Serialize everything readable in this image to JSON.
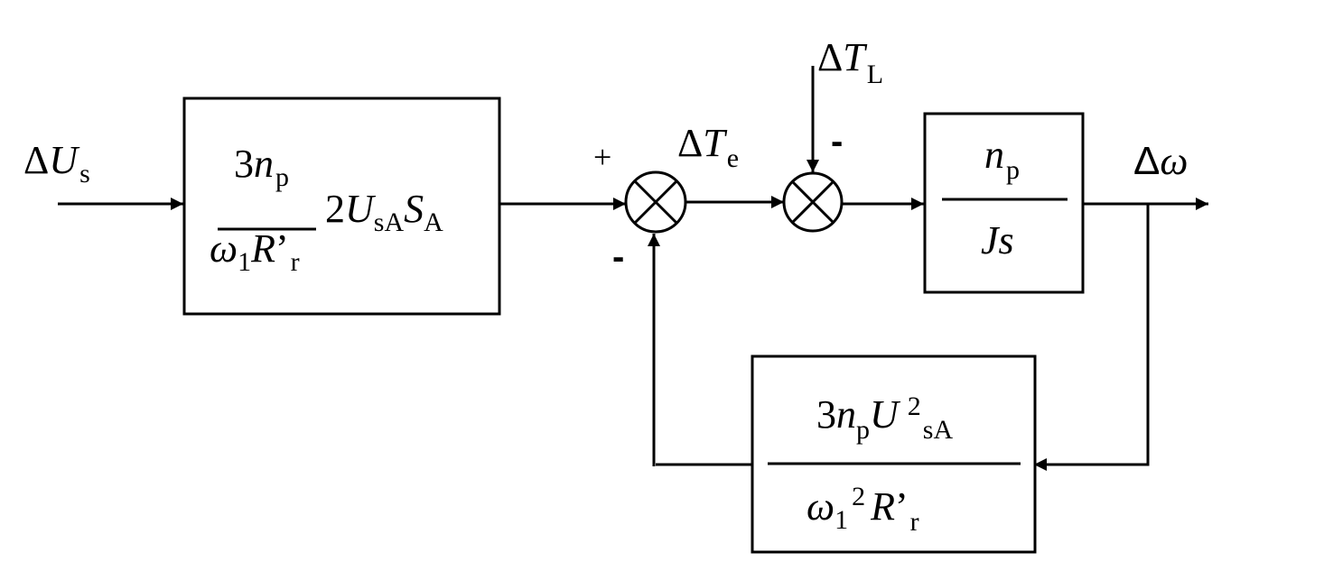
{
  "inputs": {
    "delta_us": {
      "delta": "Δ",
      "sym": "U",
      "sub": "s"
    },
    "delta_tl": {
      "delta": "Δ",
      "sym": "T",
      "sub": "L"
    }
  },
  "outputs": {
    "delta_omega": {
      "delta": "Δ",
      "sym": "ω"
    }
  },
  "signals": {
    "delta_te": {
      "delta": "Δ",
      "sym": "T",
      "sub": "e"
    }
  },
  "signs": {
    "sum1_plus": "+",
    "sum1_minus": "-",
    "sum2_minus": "-"
  },
  "forward_block": {
    "num": {
      "coef": "3",
      "sym": "n",
      "sub": "p"
    },
    "den": {
      "sym1": "ω",
      "sub1": "1",
      "sym2": "R",
      "prime": "’",
      "sub2": "r"
    },
    "factor": {
      "coef": "2",
      "sym1": "U",
      "sub1": "sA",
      "sym2": "S",
      "sub2": "A"
    }
  },
  "plant_block": {
    "num": {
      "sym": "n",
      "sub": "p"
    },
    "den": {
      "sym1": "J",
      "sym2": "s"
    }
  },
  "feedback_block": {
    "num": {
      "coef": "3",
      "sym1": "n",
      "sub1": "p",
      "sym2": "U",
      "sup": "2",
      "sub2": "sA"
    },
    "den": {
      "sym1": "ω",
      "sub1": "1",
      "sup": "2",
      "sym2": "R",
      "prime": "’",
      "sub2": "r"
    }
  }
}
